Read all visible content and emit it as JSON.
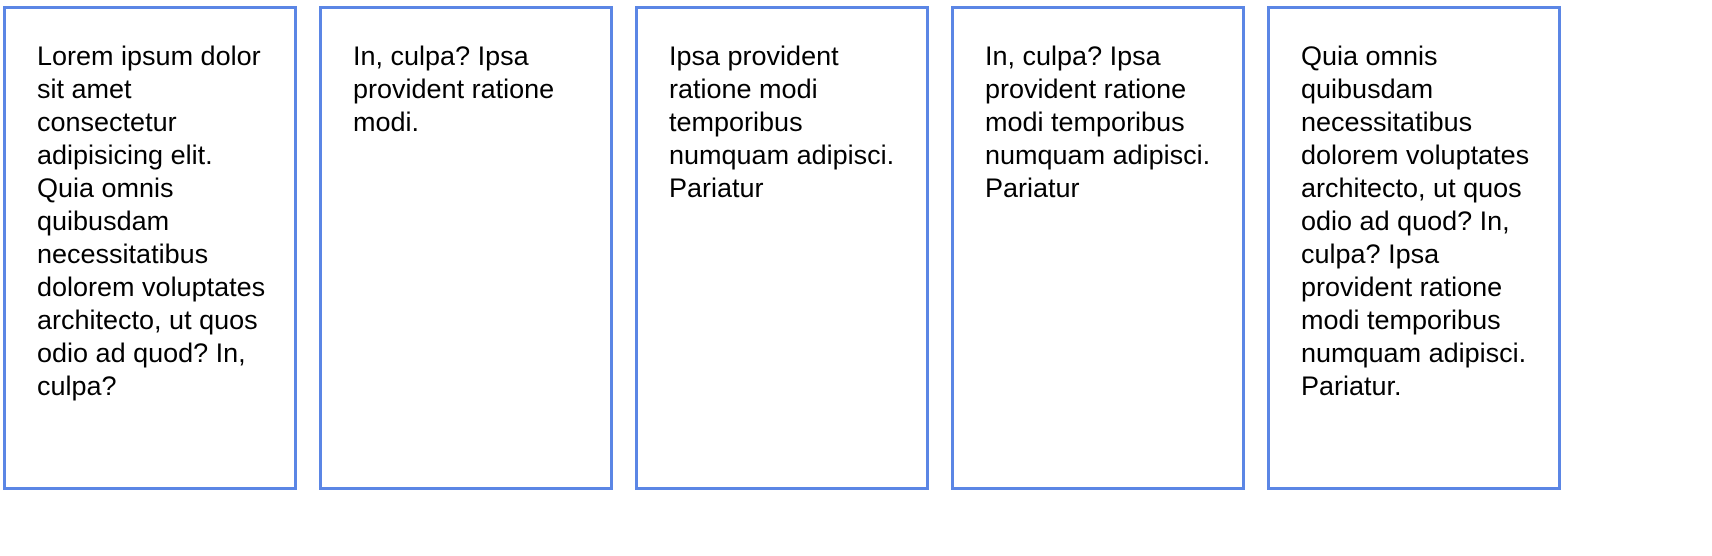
{
  "cards": [
    {
      "text": "Lorem ipsum dolor sit amet consectetur adipisicing elit. Quia omnis quibusdam necessitatibus dolorem voluptates architecto, ut quos odio ad quod? In, culpa?"
    },
    {
      "text": "In, culpa? Ipsa provident ratione modi."
    },
    {
      "text": "Ipsa provident ratione modi temporibus numquam adipisci. Pariatur"
    },
    {
      "text": "In, culpa? Ipsa provident ratione modi temporibus numquam adipisci. Pariatur"
    },
    {
      "text": "Quia omnis quibusdam necessitatibus dolorem voluptates architecto, ut quos odio ad quod? In, culpa? Ipsa provident ratione modi temporibus numquam adipisci. Pariatur."
    }
  ],
  "colors": {
    "border": "#5b86e5",
    "text": "#000000",
    "background": "#ffffff"
  }
}
